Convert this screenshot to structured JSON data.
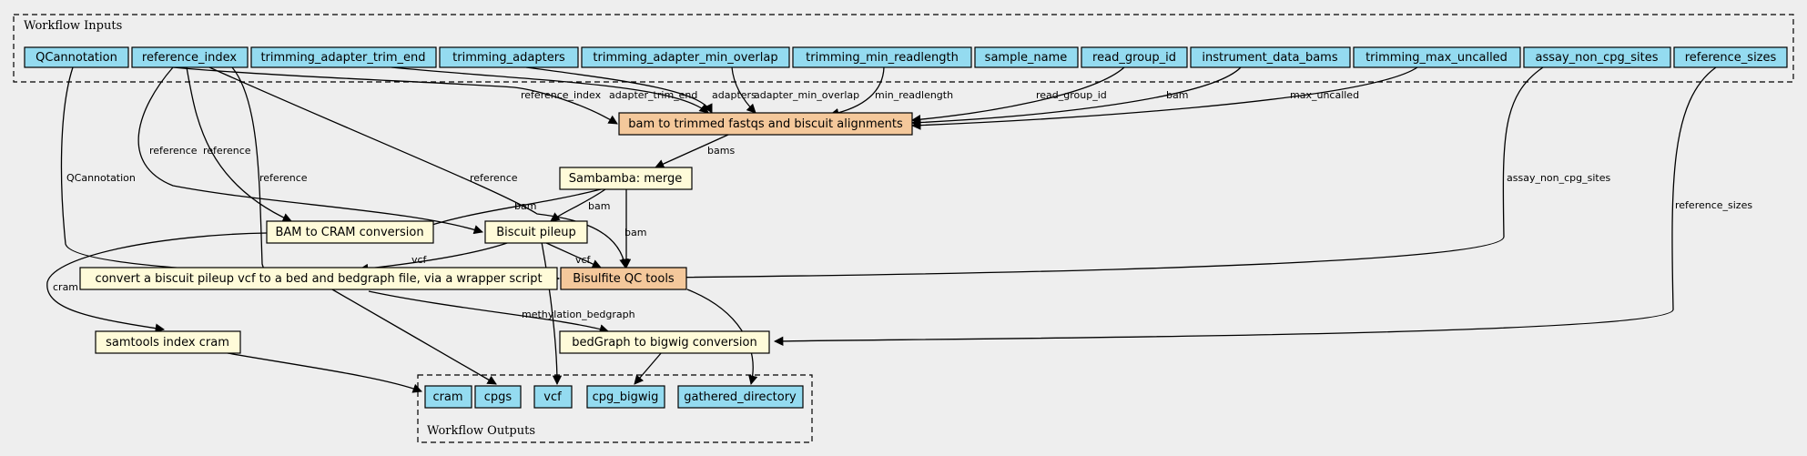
{
  "colors": {
    "background": "#eeeeee",
    "input": "#94dbf0",
    "output": "#94dbf0",
    "step": "#fffbd9",
    "subworkflow": "#f4c89b"
  },
  "clusters": {
    "inputs_title": "Workflow Inputs",
    "outputs_title": "Workflow Outputs"
  },
  "inputs": [
    {
      "id": "in_qc",
      "label": "QCannotation"
    },
    {
      "id": "in_ref",
      "label": "reference_index"
    },
    {
      "id": "in_trim_end",
      "label": "trimming_adapter_trim_end"
    },
    {
      "id": "in_adapters",
      "label": "trimming_adapters"
    },
    {
      "id": "in_overlap",
      "label": "trimming_adapter_min_overlap"
    },
    {
      "id": "in_minread",
      "label": "trimming_min_readlength"
    },
    {
      "id": "in_sample",
      "label": "sample_name"
    },
    {
      "id": "in_rg",
      "label": "read_group_id"
    },
    {
      "id": "in_bams",
      "label": "instrument_data_bams"
    },
    {
      "id": "in_uncalled",
      "label": "trimming_max_uncalled"
    },
    {
      "id": "in_noncpg",
      "label": "assay_non_cpg_sites"
    },
    {
      "id": "in_refsizes",
      "label": "reference_sizes"
    }
  ],
  "steps": [
    {
      "id": "st_bam2fq",
      "label": "bam to trimmed fastqs and biscuit alignments",
      "kind": "subworkflow"
    },
    {
      "id": "st_merge",
      "label": "Sambamba: merge",
      "kind": "step"
    },
    {
      "id": "st_cram",
      "label": "BAM to CRAM conversion",
      "kind": "step"
    },
    {
      "id": "st_pileup",
      "label": "Biscuit pileup",
      "kind": "step"
    },
    {
      "id": "st_bed",
      "label": "convert a biscuit pileup vcf to a bed and bedgraph file, via a wrapper script",
      "kind": "step"
    },
    {
      "id": "st_qc",
      "label": "Bisulfite QC tools",
      "kind": "subworkflow"
    },
    {
      "id": "st_idx",
      "label": "samtools index cram",
      "kind": "step"
    },
    {
      "id": "st_bw",
      "label": "bedGraph to bigwig conversion",
      "kind": "step"
    }
  ],
  "outputs": [
    {
      "id": "out_cram",
      "label": "cram"
    },
    {
      "id": "out_cpgs",
      "label": "cpgs"
    },
    {
      "id": "out_vcf",
      "label": "vcf"
    },
    {
      "id": "out_bigwig",
      "label": "cpg_bigwig"
    },
    {
      "id": "out_gathered",
      "label": "gathered_directory"
    }
  ],
  "edge_labels": {
    "ref_to_bam2fq": "reference_index",
    "trim_end": "adapter_trim_end",
    "adapters": "adapters",
    "overlap": "adapter_min_overlap",
    "minread": "min_readlength",
    "rg": "read_group_id",
    "bams_in": "bam",
    "uncalled": "max_uncalled",
    "bams_out": "bams",
    "qcannotation": "QCannotation",
    "ref_pileup": "reference",
    "ref_cram": "reference",
    "ref_bed": "reference",
    "ref_qc": "reference",
    "noncpg": "assay_non_cpg_sites",
    "refsizes": "reference_sizes",
    "merge_cram": "bam",
    "merge_pileup": "bam",
    "merge_qc": "bam",
    "pileup_bed": "vcf",
    "pileup_qc": "vcf",
    "cram_idx": "cram",
    "methylation": "methylation_bedgraph"
  }
}
